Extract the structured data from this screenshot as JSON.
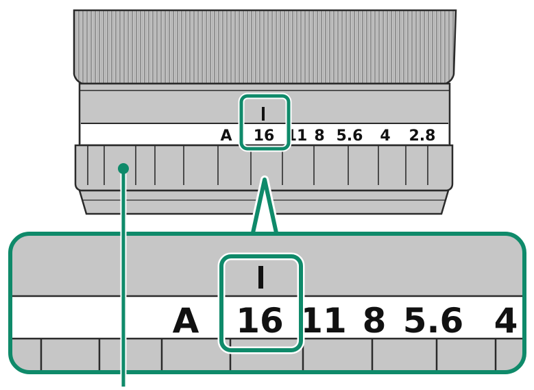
{
  "lens": {
    "aperture_scale": [
      "A",
      "16",
      "11",
      "8",
      "5.6",
      "4",
      "2.8"
    ],
    "selected_aperture": "16"
  },
  "zoom": {
    "aperture_scale": [
      "A",
      "16",
      "11",
      "8",
      "5.6",
      "4"
    ],
    "selected_aperture": "16"
  },
  "colors": {
    "accent": "#0f8a6a",
    "ring_gray": "#c6c6c6",
    "band_white": "#ffffff",
    "line": "#2a2a2a"
  }
}
